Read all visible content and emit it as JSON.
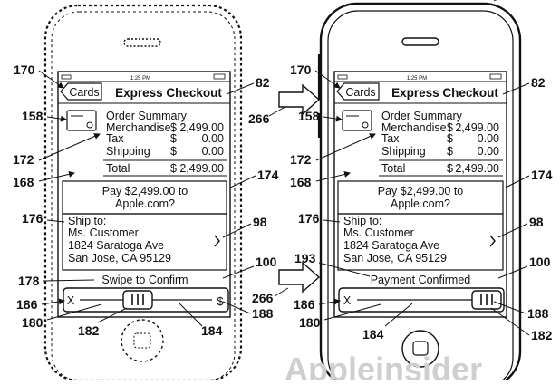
{
  "phone": {
    "status_time": "1:25 PM",
    "nav_back": "Cards",
    "nav_title": "Express Checkout",
    "order_summary_title": "Order Summary",
    "line_items": [
      {
        "label": "Merchandise",
        "currency": "$",
        "amount": "2,499.00"
      },
      {
        "label": "Tax",
        "currency": "$",
        "amount": "0.00"
      },
      {
        "label": "Shipping",
        "currency": "$",
        "amount": "0.00"
      }
    ],
    "total": {
      "label": "Total",
      "currency": "$",
      "amount": "2,499.00"
    },
    "pay_line1": "Pay $2,499.00 to",
    "pay_line2": "Apple.com?",
    "ship_lines": [
      "Ship to:",
      "Ms. Customer",
      "1824 Saratoga Ave",
      "San Jose, CA 95129"
    ],
    "left_status": "Swipe to Confirm",
    "right_status": "Payment Confirmed",
    "slider_cancel": "X",
    "slider_confirm": "$",
    "right_slider_position": 1.0,
    "left_slider_position": 0.4
  },
  "refs": {
    "l170": "170",
    "l158": "158",
    "l172": "172",
    "l168": "168",
    "l176": "176",
    "l178": "178",
    "l186": "186",
    "l180": "180",
    "l182": "182",
    "l184": "184",
    "l188": "188",
    "l100": "100",
    "l174": "174",
    "l98": "98",
    "l82": "82",
    "l266a": "266",
    "l266b": "266",
    "r170": "170",
    "r158": "158",
    "r172": "172",
    "r168": "168",
    "r176": "176",
    "r193": "193",
    "r186": "186",
    "r180": "180",
    "r184": "184",
    "r188": "188",
    "r182": "182",
    "r100": "100",
    "r174": "174",
    "r98": "98",
    "r82": "82"
  },
  "watermark": "Appleinsider"
}
